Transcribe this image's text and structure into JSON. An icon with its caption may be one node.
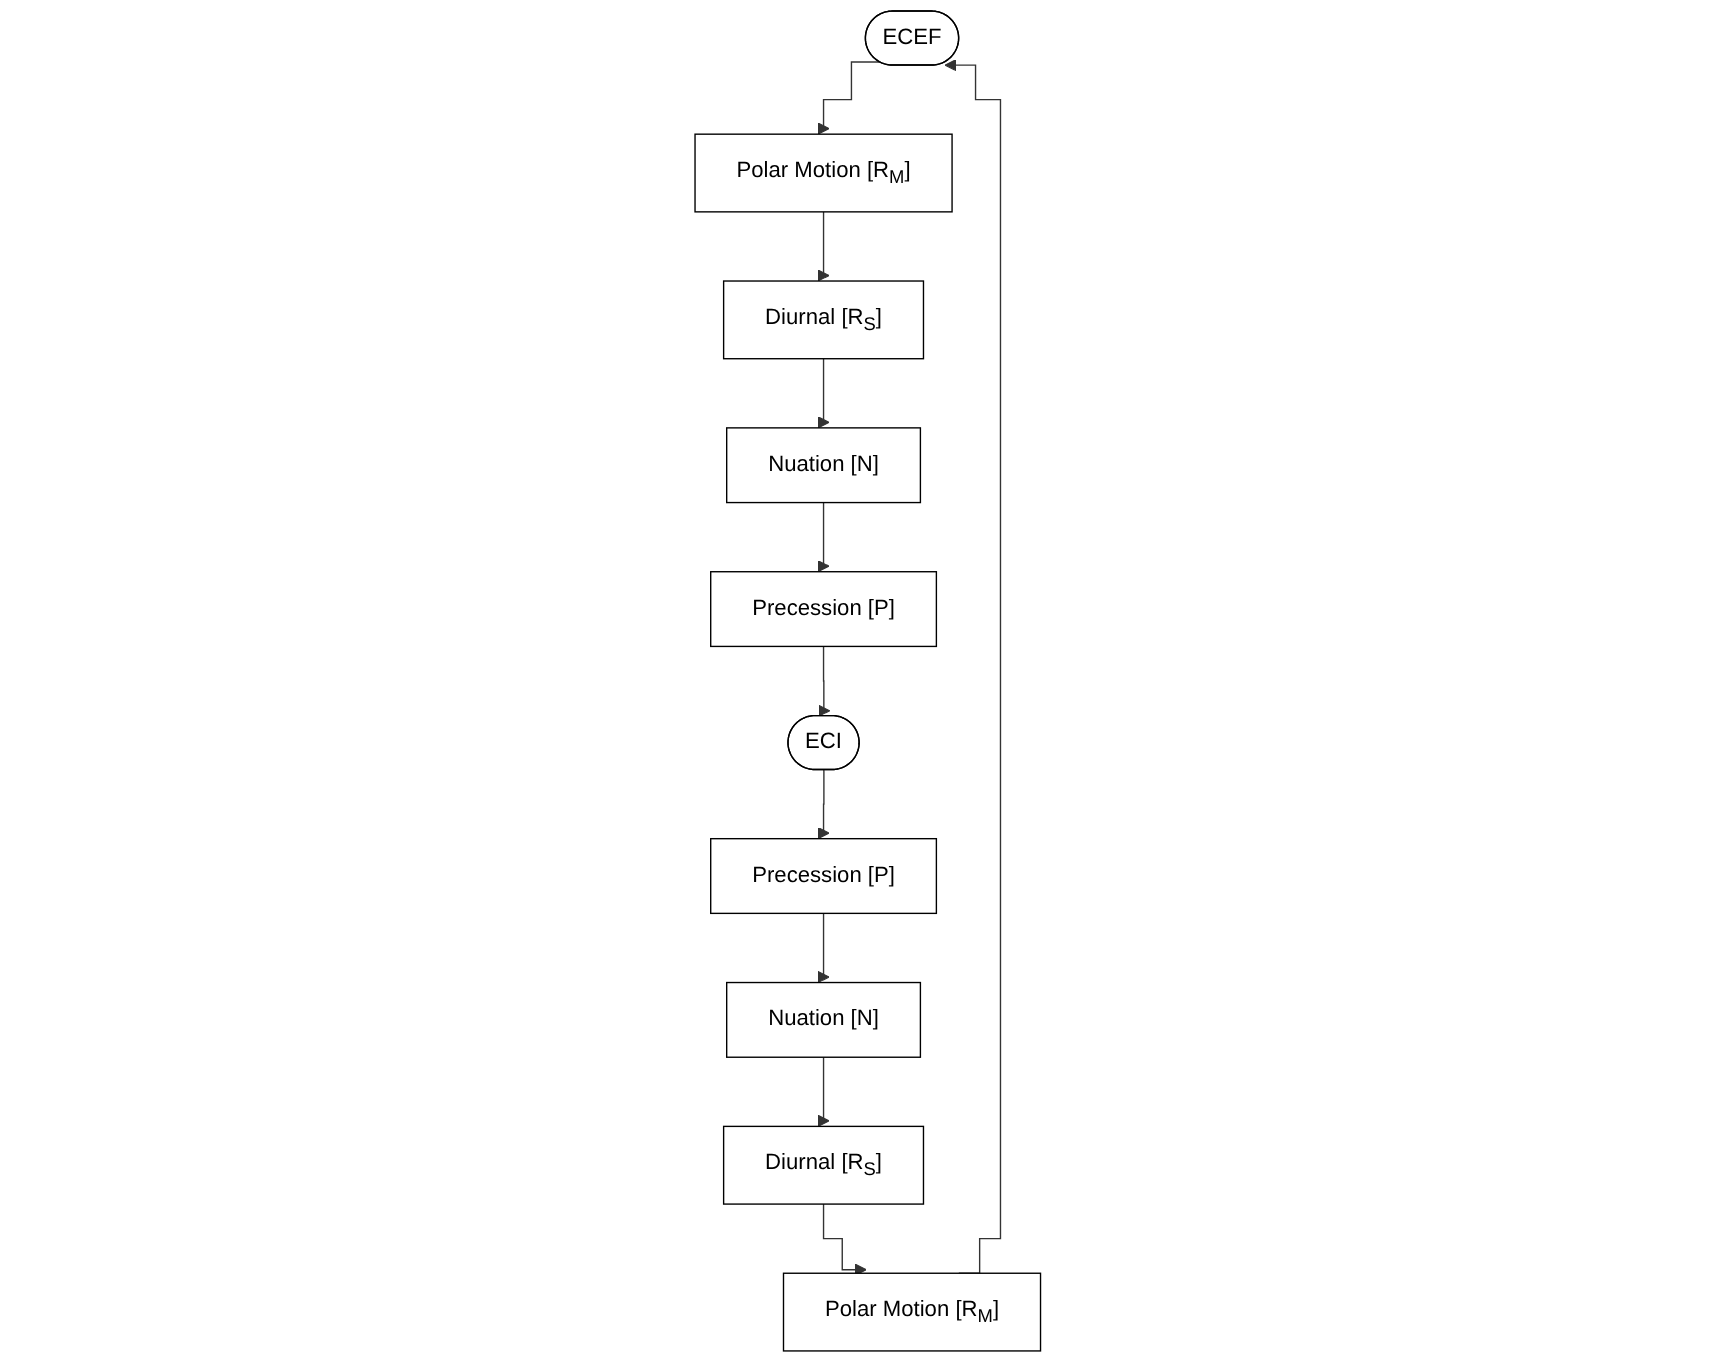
{
  "diagram": {
    "nodes": [
      {
        "text": [
          "ECEF"
        ]
      },
      {
        "text": [
          "Polar Motion [R$_{M}$]"
        ]
      },
      {
        "text": [
          "Polar Motion [R$_{M}$]"
        ]
      },
      {
        "text": [
          "Diurnal [R$_{S}$]"
        ]
      },
      {
        "text": [
          "Diurnal [R$_{S}$]"
        ]
      },
      {
        "text": [
          "Nuation [N]"
        ]
      },
      {
        "text": [
          "Nuation [N]"
        ]
      },
      {
        "text": [
          "Precession [P]"
        ]
      },
      {
        "text": [
          "Precession [P]"
        ]
      },
      {
        "text": [
          "ECI"
        ]
      }
    ],
    "edges": [
      {
        "from": 0,
        "to": 1,
        "arrow": "to"
      },
      {
        "from": 1,
        "to": 3,
        "arrow": "to"
      },
      {
        "from": 3,
        "to": 5,
        "arrow": "to"
      },
      {
        "from": 5,
        "to": 7,
        "arrow": "to"
      },
      {
        "from": 7,
        "to": 9,
        "arrow": "to"
      },
      {
        "from": 9,
        "to": 8,
        "arrow": "to"
      },
      {
        "from": 8,
        "to": 6,
        "arrow": "to"
      },
      {
        "from": 6,
        "to": 4,
        "arrow": "to"
      },
      {
        "from": 4,
        "to": 2,
        "arrow": "to"
      },
      {
        "from": 2,
        "to": 0,
        "arrow": "to"
      }
    ]
  }
}
